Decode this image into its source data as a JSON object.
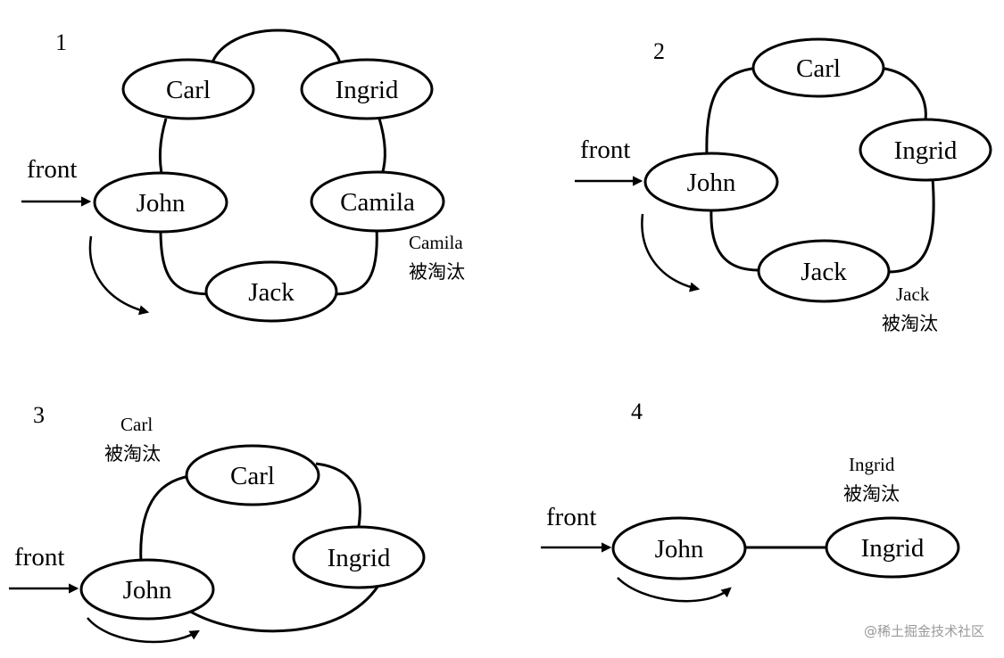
{
  "panels": [
    {
      "step": "1",
      "front": "front",
      "nodes": [
        "Carl",
        "Ingrid",
        "John",
        "Camila",
        "Jack"
      ],
      "note": {
        "name": "Camila",
        "text": "被淘汰"
      }
    },
    {
      "step": "2",
      "front": "front",
      "nodes": [
        "Carl",
        "Ingrid",
        "John",
        "Jack"
      ],
      "note": {
        "name": "Jack",
        "text": "被淘汰"
      }
    },
    {
      "step": "3",
      "front": "front",
      "nodes": [
        "Carl",
        "Ingrid",
        "John"
      ],
      "note": {
        "name": "Carl",
        "text": "被淘汰"
      }
    },
    {
      "step": "4",
      "front": "front",
      "nodes": [
        "John",
        "Ingrid"
      ],
      "note": {
        "name": "Ingrid",
        "text": "被淘汰"
      }
    }
  ],
  "watermark": "@稀土掘金技术社区"
}
